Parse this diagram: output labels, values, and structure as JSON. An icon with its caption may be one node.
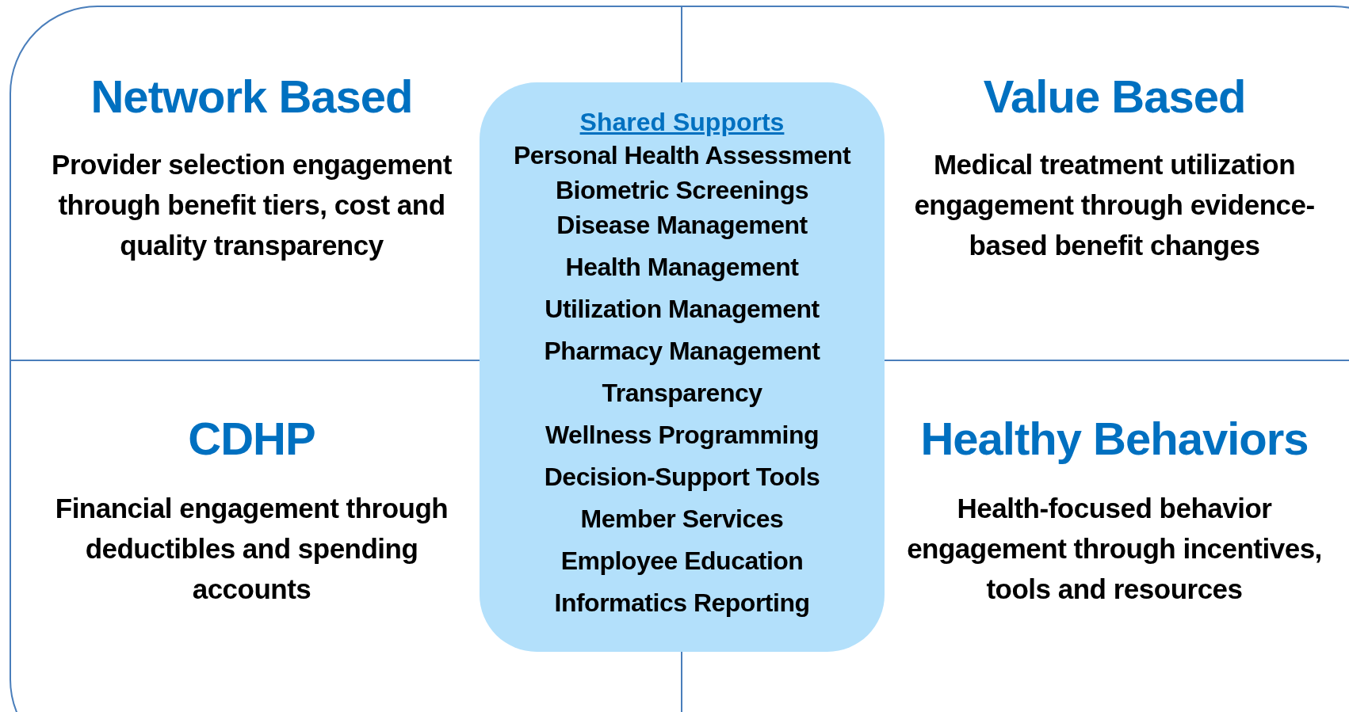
{
  "diagram": {
    "nodes": [
      {
        "text": [
          "Network Based",
          "Provider selection engagement through benefit tiers, cost and quality transparency"
        ]
      },
      {
        "text": [
          "Value Based",
          "Medical treatment utilization engagement through evidence-based benefit changes"
        ]
      },
      {
        "text": [
          "CDHP",
          "Financial engagement through deductibles and spending accounts"
        ]
      },
      {
        "text": [
          "Healthy Behaviors",
          "Health-focused behavior engagement through incentives, tools and resources"
        ]
      },
      {
        "text": [
          "Shared Supports",
          "Personal Health Assessment",
          "Biometric Screenings",
          "Disease Management",
          "Health Management",
          "Utilization Management",
          "Pharmacy Management",
          "Transparency",
          "Wellness Programming",
          "Decision-Support Tools",
          "Member Services",
          "Employee Education",
          "Informatics Reporting"
        ]
      }
    ],
    "edges": []
  }
}
